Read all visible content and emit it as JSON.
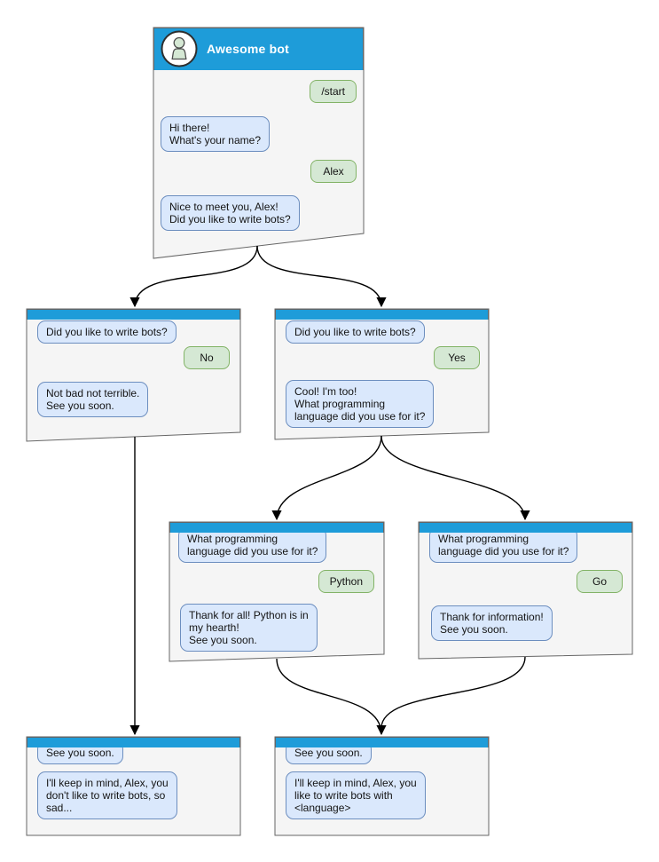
{
  "colors": {
    "header_blue": "#1e9cd9",
    "window_bg": "#f5f5f5",
    "window_border": "#666666",
    "bot_bubble_bg": "#dae8fc",
    "bot_bubble_border": "#6c8ebf",
    "user_bubble_bg": "#d5e8d4",
    "user_bubble_border": "#82b366",
    "arrow": "#000000",
    "title_text": "#ffffff"
  },
  "bot": {
    "title": "Awesome bot",
    "avatar_icon": "person-icon"
  },
  "windows": [
    {
      "id": "main",
      "title": "Awesome bot",
      "messages": [
        {
          "from": "user",
          "text": "/start"
        },
        {
          "from": "bot",
          "text": "Hi there!\nWhat's your name?"
        },
        {
          "from": "user",
          "text": "Alex"
        },
        {
          "from": "bot",
          "text": "Nice to meet you, Alex!\nDid you like to write bots?"
        }
      ]
    },
    {
      "id": "no-branch",
      "messages": [
        {
          "from": "bot",
          "text": "Did you like to write bots?"
        },
        {
          "from": "user",
          "text": "No"
        },
        {
          "from": "bot",
          "text": "Not bad not terrible.\nSee you soon."
        }
      ]
    },
    {
      "id": "yes-branch",
      "messages": [
        {
          "from": "bot",
          "text": "Did you like to write bots?"
        },
        {
          "from": "user",
          "text": "Yes"
        },
        {
          "from": "bot",
          "text": "Cool! I'm too!\nWhat programming\nlanguage did you use for it?"
        }
      ]
    },
    {
      "id": "python-branch",
      "messages": [
        {
          "from": "bot",
          "text": "What programming\nlanguage did you use for it?"
        },
        {
          "from": "user",
          "text": "Python"
        },
        {
          "from": "bot",
          "text": "Thank for all! Python is in\nmy hearth!\nSee you soon."
        }
      ]
    },
    {
      "id": "go-branch",
      "messages": [
        {
          "from": "bot",
          "text": "What programming\nlanguage did you use for it?"
        },
        {
          "from": "user",
          "text": "Go"
        },
        {
          "from": "bot",
          "text": "Thank for information!\nSee you soon."
        }
      ]
    },
    {
      "id": "end-no",
      "messages": [
        {
          "from": "bot",
          "text": "See you soon."
        },
        {
          "from": "bot",
          "text": "I'll keep in mind, Alex, you\ndon't like to write bots, so\nsad..."
        }
      ]
    },
    {
      "id": "end-yes",
      "messages": [
        {
          "from": "bot",
          "text": "See you soon."
        },
        {
          "from": "bot",
          "text": "I'll keep in mind, Alex, you\nlike to write bots with\n<language>"
        }
      ]
    }
  ]
}
